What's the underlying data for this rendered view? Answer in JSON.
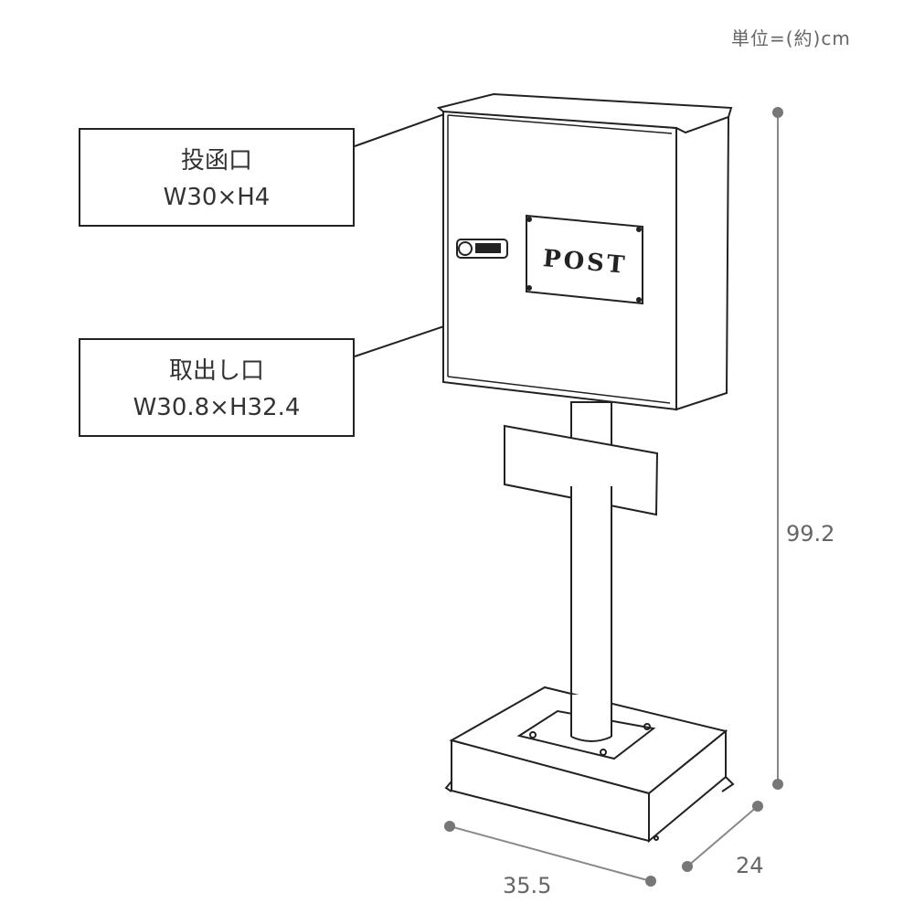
{
  "unit_label": "単位=(約)cm",
  "callouts": [
    {
      "title": "投函口",
      "size": "W30×H4"
    },
    {
      "title": "取出し口",
      "size": "W30.8×H32.4"
    }
  ],
  "plate_text": "POST",
  "dimensions": {
    "height": "99.2",
    "width": "35.5",
    "depth": "24"
  }
}
